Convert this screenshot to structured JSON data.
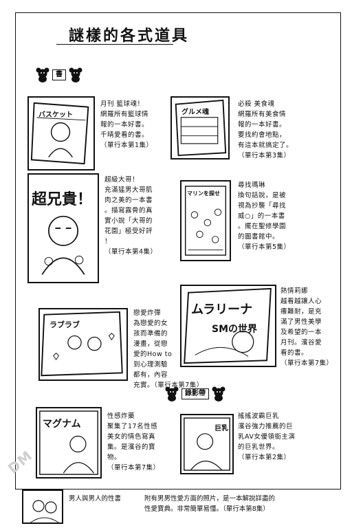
{
  "page_title": "謎樣的各式道具",
  "section_books": {
    "tag": "書"
  },
  "section_video": {
    "tag": "錄影帶"
  },
  "items": [
    {
      "lines": [
        "月刊 籃球魂！",
        "網羅所有籃球情",
        "報的一本好書。",
        "千晴愛看的書。",
        "（單行本第1集）"
      ],
      "cover_text": "バスケット"
    },
    {
      "lines": [
        "必殺 美食魂",
        "網羅所有美食情",
        "報的一本好書。",
        "要找約會地點，",
        "有這本就搞定了。",
        "（單行本第3集）"
      ],
      "cover_text": "グルメ魂"
    },
    {
      "lines": [
        "超級大哥！",
        "充滿猛男大哥肌",
        "肉之美的一本書",
        "。描寫露骨的真",
        "實小說「大哥的",
        "花園」極受好評",
        "！",
        "（單行本第4集）"
      ],
      "cover_text": "超兄貴！"
    },
    {
      "lines": [
        "尋找瑪琳",
        "換句話說，是被",
        "視為抄襲「尋找",
        "威○」的一本書",
        "。擺在聖修學園",
        "的圖書館中。",
        "（單行本第5集）"
      ],
      "cover_text": "マリンを探せ"
    },
    {
      "lines": [
        "戀愛炸彈",
        "為戀愛的女",
        "孩而準備的",
        "漫畫，從戀",
        "愛的How to",
        "到心理測驗",
        "都有，內容",
        "充實。（單行本第7集）"
      ],
      "cover_text": "ラブラブ"
    },
    {
      "lines": [
        "熱情莉娜",
        "越看越讓人心",
        "癢難耐，是充",
        "滿了男性美學",
        "及希望的一本",
        "月刊。濱谷愛",
        "看的書。",
        "（單行本第7集）"
      ],
      "cover_text": "ムラリーナ",
      "cover_sub": "SMの世界"
    },
    {
      "lines": [
        "性感炸藥",
        "聚集了17名性感",
        "美女的情色寫真",
        "集。是濱谷的寶",
        "物。",
        "（單行本第7集）"
      ],
      "cover_text": "マグナム"
    },
    {
      "lines": [
        "搖搖波霸巨乳",
        "濱谷強力推薦的巨",
        "乳AV女優領銜主演",
        "的巨乳世界。",
        "（單行本第2集）"
      ],
      "cover_text": "巨乳"
    }
  ],
  "footer": {
    "title": "男人與男人的性書",
    "line1": "附有男男性愛方面的照片，是一本解說詳盡的",
    "line2": "性愛寶典。非常簡單易懂。（單行本第8集）"
  },
  "watermark": "DM"
}
